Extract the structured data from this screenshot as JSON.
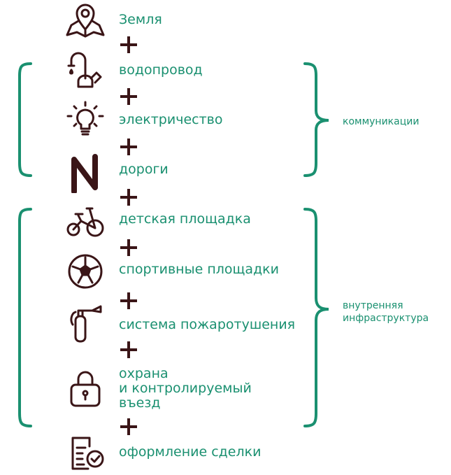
{
  "items": [
    {
      "label": "Земля",
      "icon": "map-pin-icon"
    },
    {
      "label": "водопровод",
      "icon": "faucet-icon"
    },
    {
      "label": "электричество",
      "icon": "light-bulb-icon"
    },
    {
      "label": "дороги",
      "icon": "road-icon"
    },
    {
      "label": "детская площадка",
      "icon": "tricycle-icon"
    },
    {
      "label": "спортивные площадки",
      "icon": "soccer-ball-icon"
    },
    {
      "label": "система пожаротушения",
      "icon": "fire-extinguisher-icon"
    },
    {
      "label": "охрана\nи контролируемый\nвъезд",
      "icon": "padlock-icon"
    },
    {
      "label": "оформление сделки",
      "icon": "document-check-icon"
    }
  ],
  "groups": [
    {
      "label": "коммуникации"
    },
    {
      "label": "внутренняя\nинфраструктура"
    }
  ],
  "colors": {
    "accent": "#1a9070",
    "dark": "#3a1517"
  }
}
